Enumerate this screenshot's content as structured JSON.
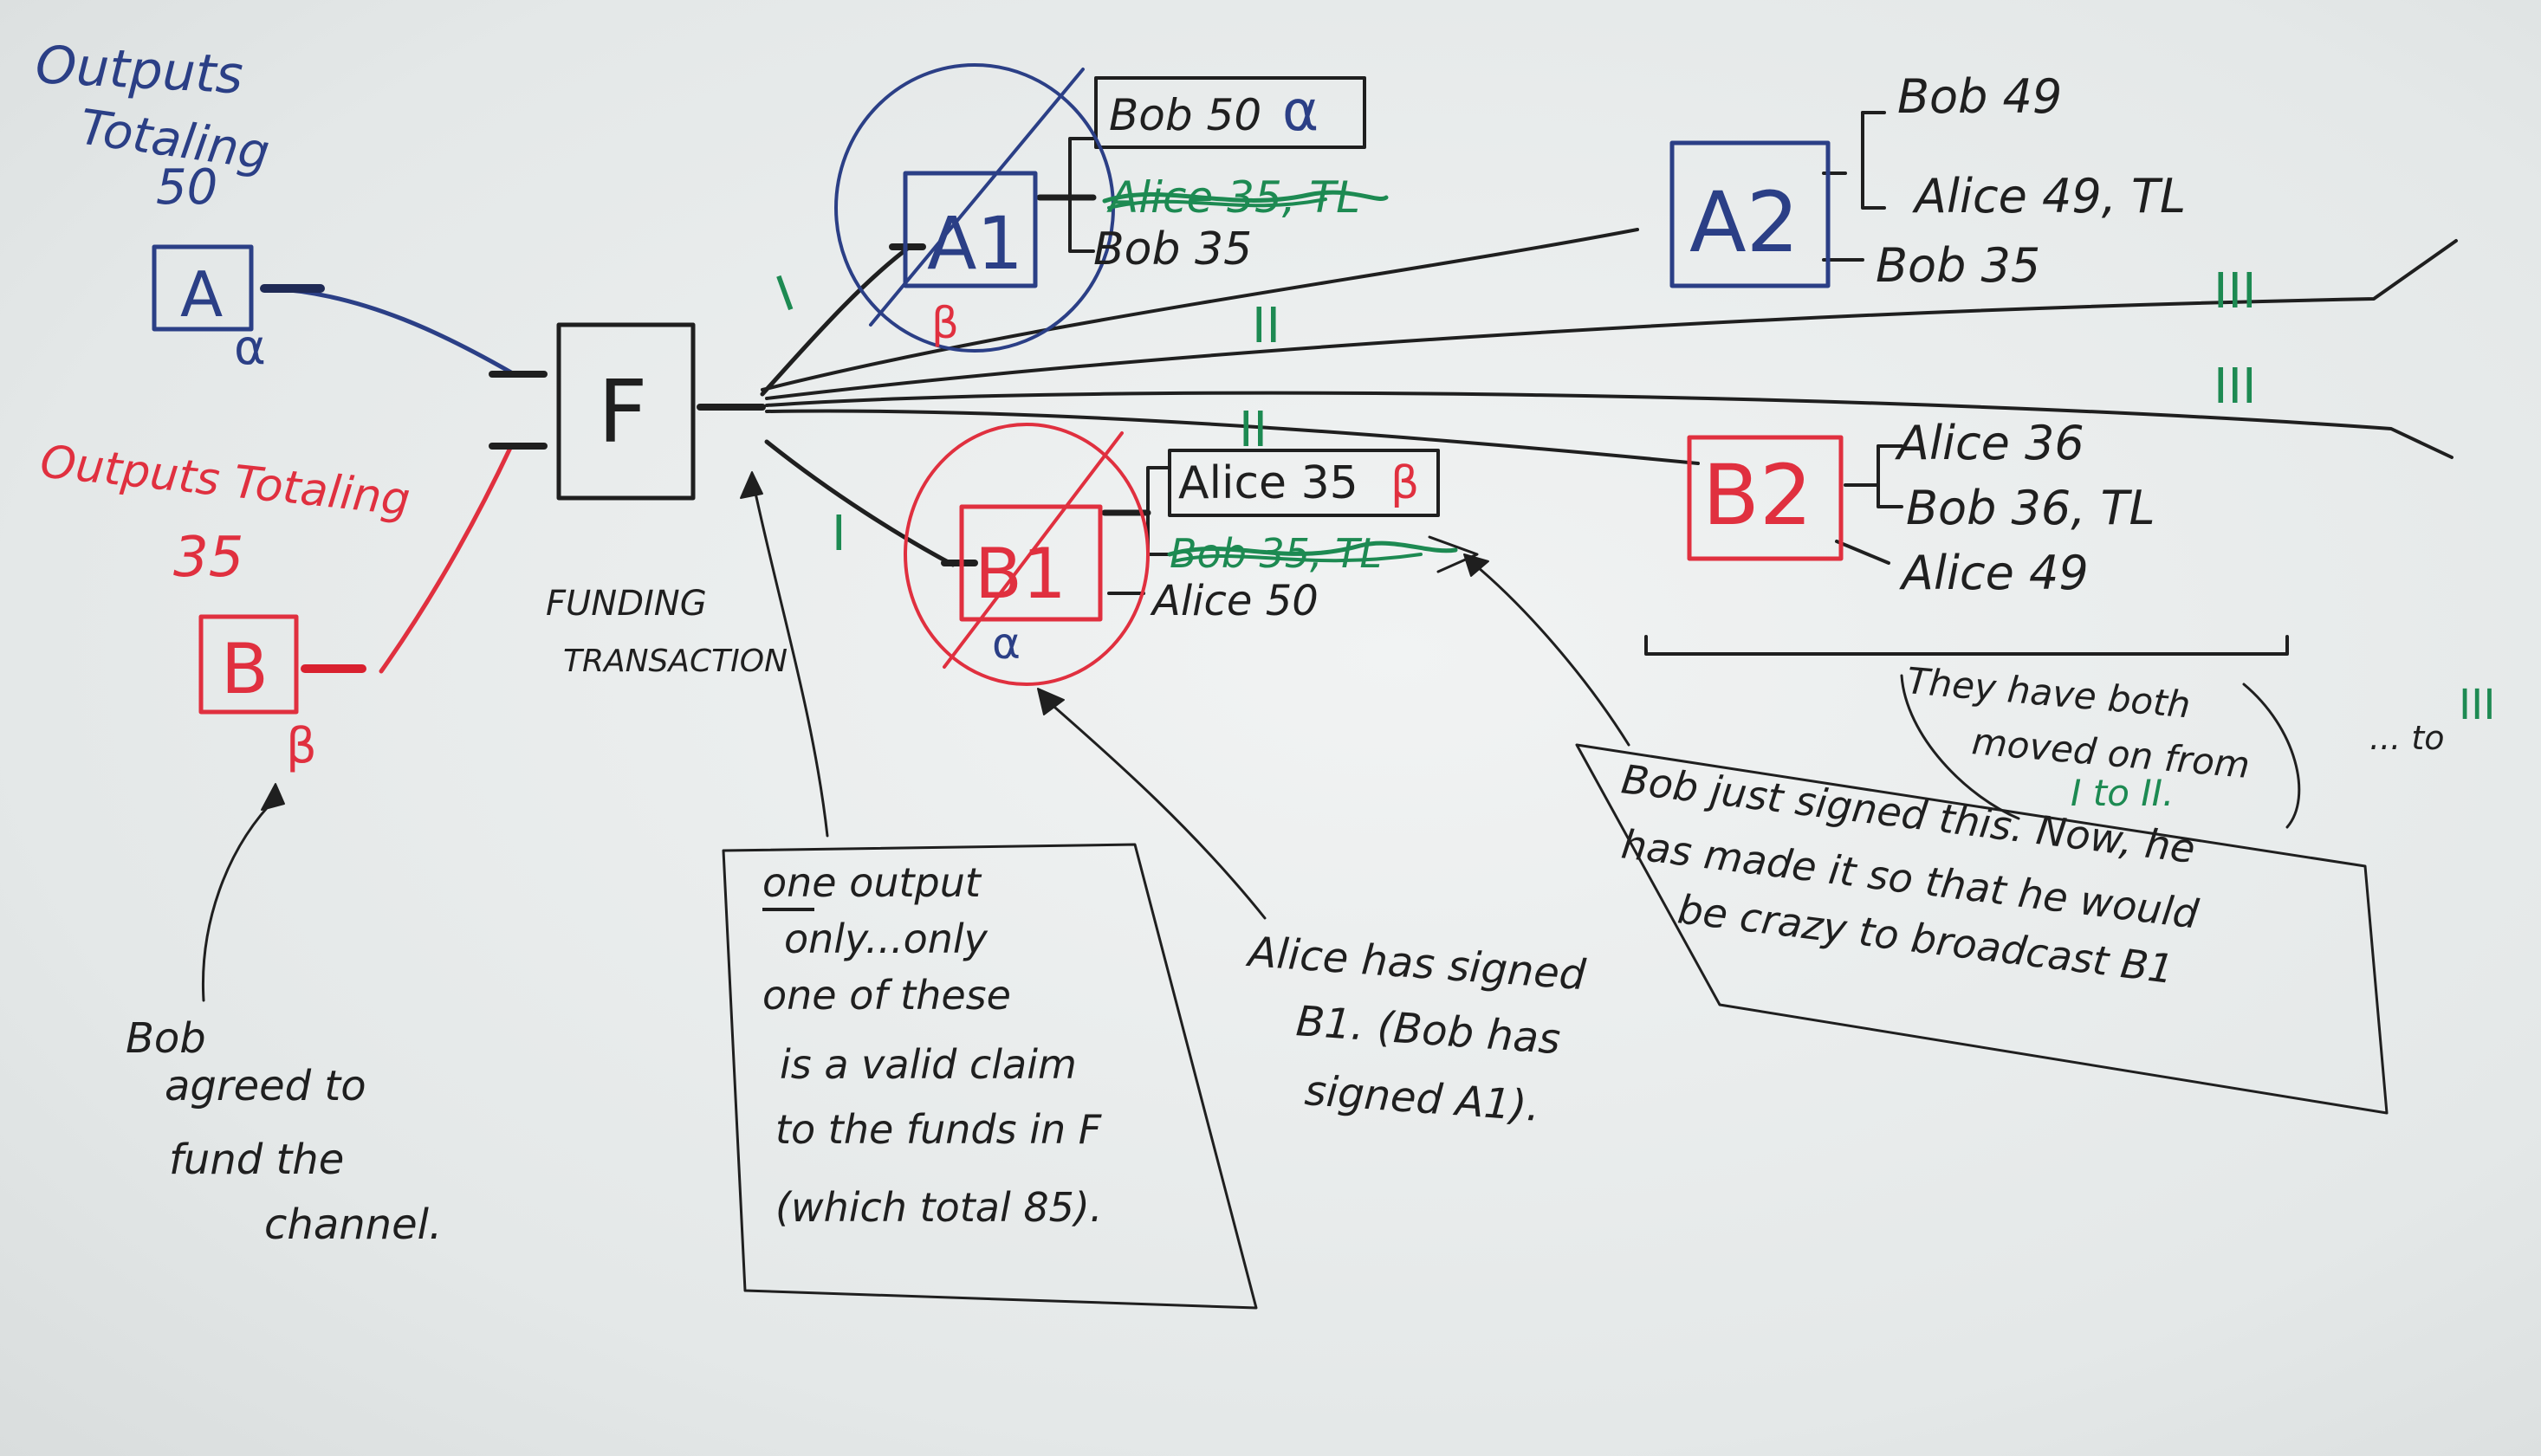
{
  "colors": {
    "alice_blue": "#2b3f86",
    "bob_red": "#e0303f",
    "revoked_green": "#1d8a52",
    "ink_black": "#1f1f1f"
  },
  "alice_funds": {
    "label_line1": "Outputs",
    "label_line2": "Totaling",
    "label_line3": "50",
    "box": "A",
    "sig": "α"
  },
  "bob_funds": {
    "label_line1": "Outputs Totaling",
    "label_line2": "35",
    "box": "B",
    "sig": "β"
  },
  "funding": {
    "box": "F",
    "caption_line1": "FUNDING",
    "caption_line2": "TRANSACTION"
  },
  "a1": {
    "box": "A1",
    "output_bob": "Bob 50",
    "output_bob_sig": "α",
    "output_alice_revoked": "Alice 35, TL",
    "output_bob2": "Bob 35",
    "sig": "β"
  },
  "b1": {
    "box": "B1",
    "output_alice": "Alice 35",
    "output_alice_sig": "β",
    "output_bob_revoked": "Bob 35, TL",
    "output_alice2": "Alice 50",
    "sig": "α"
  },
  "a2": {
    "box": "A2",
    "output1": "Bob 49",
    "output2": "Alice 49, TL",
    "output3": "Bob 35"
  },
  "b2": {
    "box": "B2",
    "output1": "Alice 36",
    "output2": "Bob 36, TL",
    "output3": "Alice 49"
  },
  "roman": {
    "one_upper": "I",
    "one_lower": "I",
    "two_upper": "II",
    "two_lower": "II",
    "three_upper": "III",
    "three_lower": "III"
  },
  "notes": {
    "bob_agreed": [
      "Bob",
      "agreed to",
      "fund the",
      "channel."
    ],
    "one_output": [
      "one output",
      "only...only",
      "one of these",
      "is a valid claim",
      "to the funds in F",
      "(which total 85)."
    ],
    "alice_signed": [
      "Alice has signed",
      "B1. (Bob has",
      "signed A1)."
    ],
    "bob_just_signed": [
      "Bob just signed this. Now, he",
      "has made it so that he would",
      "be crazy to broadcast B1"
    ],
    "moved_on": [
      "They have both",
      "moved on from",
      "I to II."
    ],
    "to_three_prefix": "... to",
    "to_three_numeral": "III"
  }
}
